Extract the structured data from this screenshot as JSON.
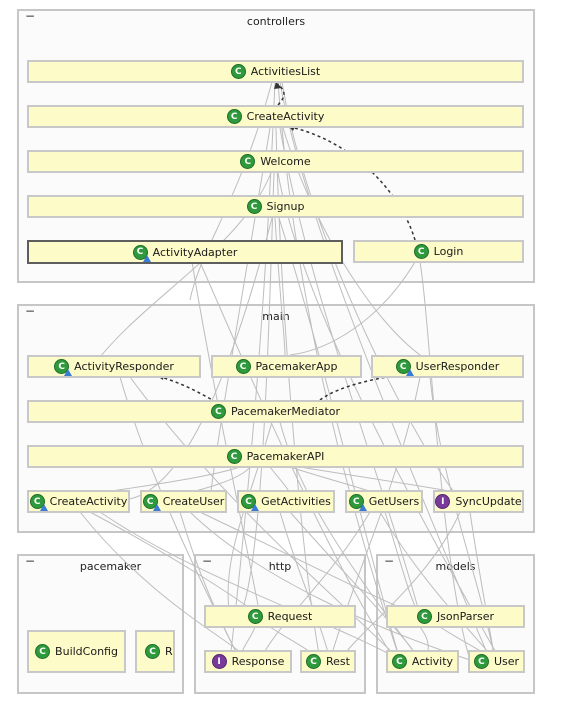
{
  "packages": {
    "controllers": {
      "title": "controllers",
      "collapse": "−"
    },
    "main": {
      "title": "main",
      "collapse": "−"
    },
    "pacemaker": {
      "title": "pacemaker",
      "collapse": "−"
    },
    "http": {
      "title": "http",
      "collapse": "−"
    },
    "models": {
      "title": "models",
      "collapse": "−"
    }
  },
  "nodes": {
    "activities_list": {
      "label": "ActivitiesList",
      "kind": "class",
      "badge": "C"
    },
    "create_activity_ctrl": {
      "label": "CreateActivity",
      "kind": "class",
      "badge": "C"
    },
    "welcome": {
      "label": "Welcome",
      "kind": "class",
      "badge": "C"
    },
    "signup": {
      "label": "Signup",
      "kind": "class",
      "badge": "C"
    },
    "activity_adapter": {
      "label": "ActivityAdapter",
      "kind": "class",
      "badge": "C",
      "marker": true
    },
    "login": {
      "label": "Login",
      "kind": "class",
      "badge": "C"
    },
    "activity_responder": {
      "label": "ActivityResponder",
      "kind": "class",
      "badge": "C",
      "marker": true
    },
    "pacemaker_app": {
      "label": "PacemakerApp",
      "kind": "class",
      "badge": "C"
    },
    "user_responder": {
      "label": "UserResponder",
      "kind": "class",
      "badge": "C",
      "marker": true
    },
    "pacemaker_mediator": {
      "label": "PacemakerMediator",
      "kind": "class",
      "badge": "C"
    },
    "pacemaker_api": {
      "label": "PacemakerAPI",
      "kind": "class",
      "badge": "C"
    },
    "create_activity_main": {
      "label": "CreateActivity",
      "kind": "class",
      "badge": "C",
      "marker": true
    },
    "create_user": {
      "label": "CreateUser",
      "kind": "class",
      "badge": "C",
      "marker": true
    },
    "get_activities": {
      "label": "GetActivities",
      "kind": "class",
      "badge": "C",
      "marker": true
    },
    "get_users": {
      "label": "GetUsers",
      "kind": "class",
      "badge": "C",
      "marker": true
    },
    "sync_update": {
      "label": "SyncUpdate",
      "kind": "interface",
      "badge": "I"
    },
    "build_config": {
      "label": "BuildConfig",
      "kind": "class",
      "badge": "C"
    },
    "r": {
      "label": "R",
      "kind": "class",
      "badge": "C"
    },
    "request": {
      "label": "Request",
      "kind": "class",
      "badge": "C"
    },
    "response": {
      "label": "Response",
      "kind": "interface",
      "badge": "I"
    },
    "rest": {
      "label": "Rest",
      "kind": "class",
      "badge": "C"
    },
    "json_parser": {
      "label": "JsonParser",
      "kind": "class",
      "badge": "C"
    },
    "activity": {
      "label": "Activity",
      "kind": "class",
      "badge": "C"
    },
    "user": {
      "label": "User",
      "kind": "class",
      "badge": "C"
    }
  },
  "colors": {
    "node_fill": "#fdfbc8",
    "class_badge": "#2e9a3c",
    "interface_badge": "#7a3a9a",
    "edge": "#bdbdbd",
    "dashed_edge": "#333333"
  }
}
